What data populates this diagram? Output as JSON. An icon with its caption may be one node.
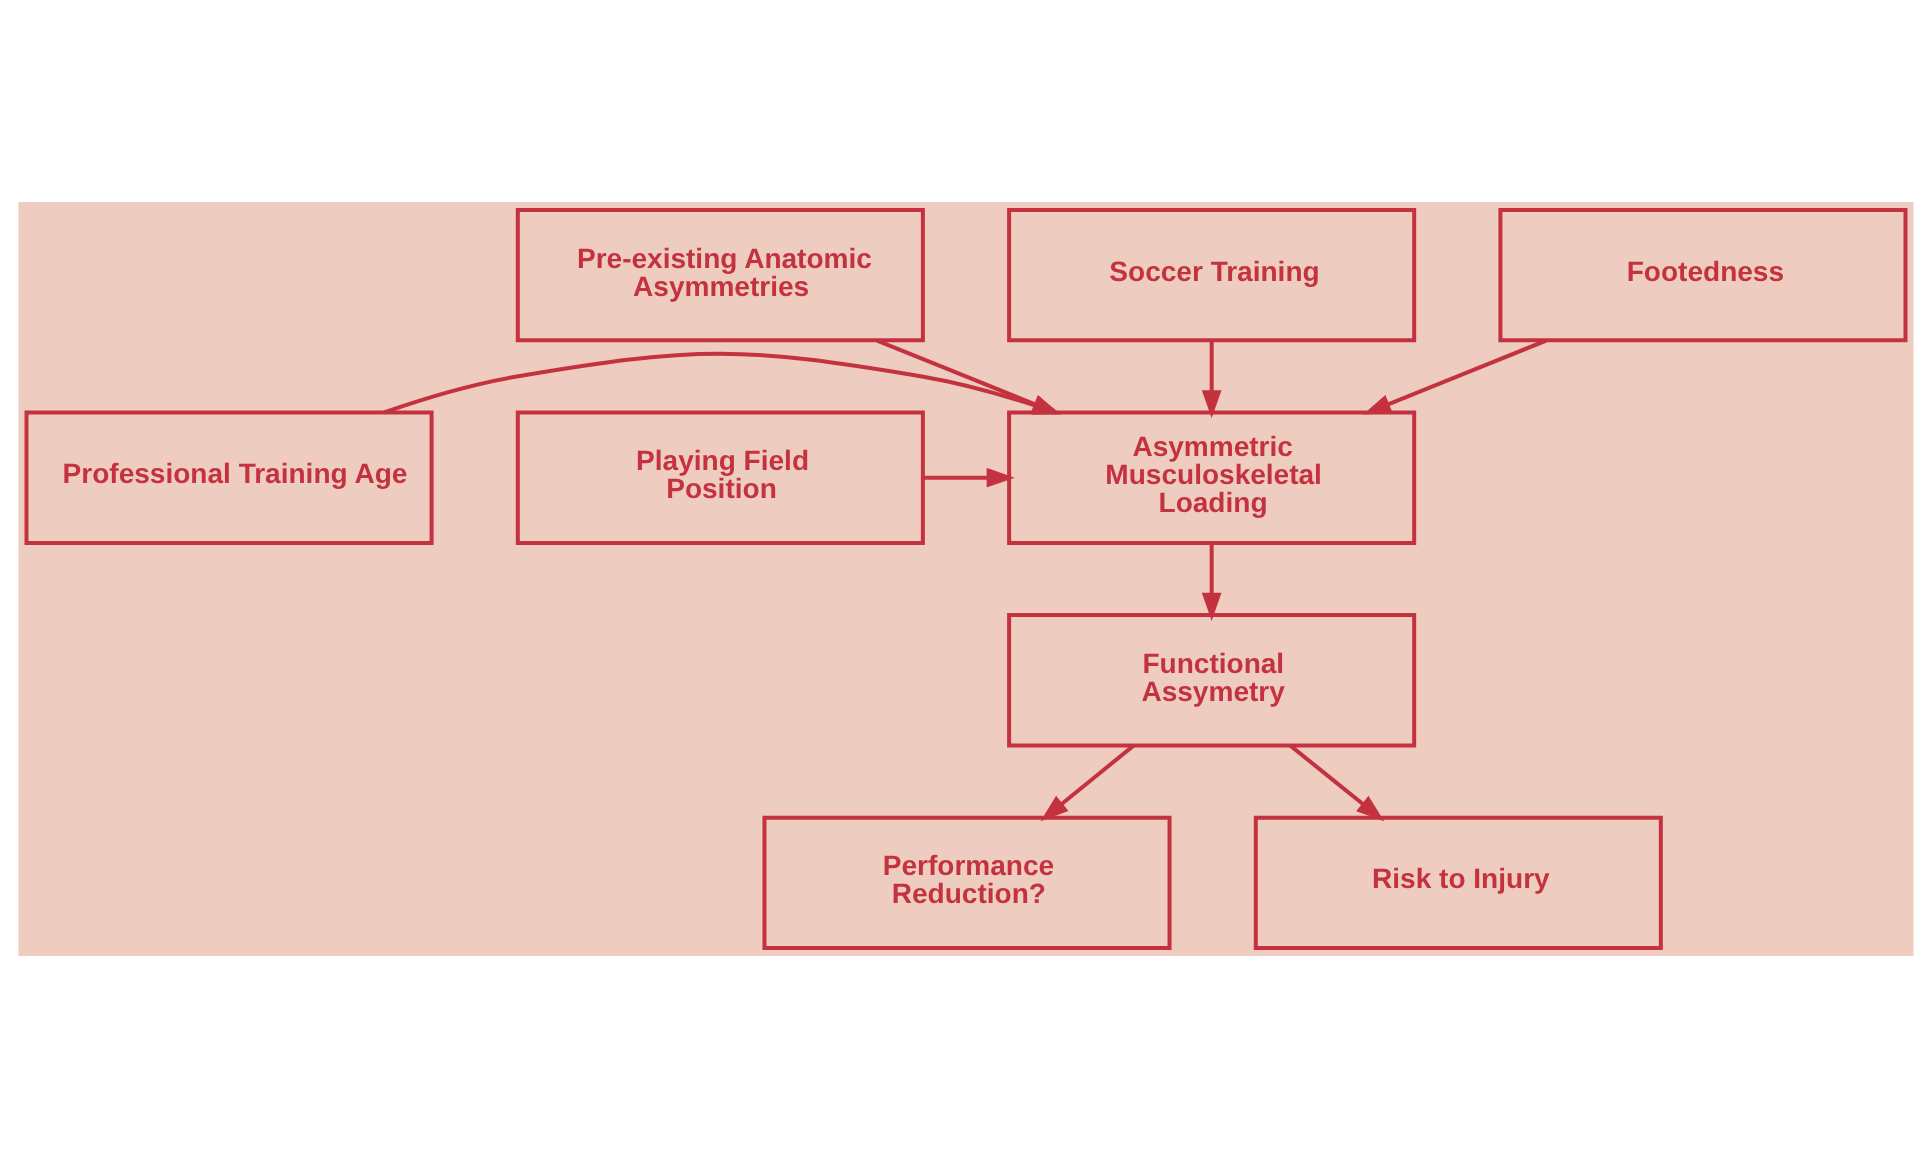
{
  "diagram": {
    "nodes": [
      {
        "text": [
          "Pre-existing Anatomic Asymmetries"
        ]
      },
      {
        "text": [
          "Soccer Training"
        ]
      },
      {
        "text": [
          "Footedness"
        ]
      },
      {
        "text": [
          "Professional Training Age"
        ]
      },
      {
        "text": [
          "Asymmetric Musculoskeletal Loading"
        ]
      },
      {
        "text": [
          "Playing Field Position"
        ]
      },
      {
        "text": [
          "Functional Assymetry"
        ]
      },
      {
        "text": [
          "Performance Reduction?"
        ]
      },
      {
        "text": [
          "Risk to Injury"
        ]
      }
    ],
    "edges": [
      {
        "from": 1,
        "to": 4,
        "arrow": "to"
      },
      {
        "from": 0,
        "to": 4,
        "arrow": "to"
      },
      {
        "from": 2,
        "to": 4,
        "arrow": "to"
      },
      {
        "from": 3,
        "to": 4,
        "arrow": "to"
      },
      {
        "from": 5,
        "to": 4,
        "arrow": "to"
      },
      {
        "from": 4,
        "to": 6,
        "arrow": "to"
      },
      {
        "from": 6,
        "to": 7,
        "arrow": "to"
      },
      {
        "from": 6,
        "to": 8,
        "arrow": "to"
      }
    ]
  }
}
